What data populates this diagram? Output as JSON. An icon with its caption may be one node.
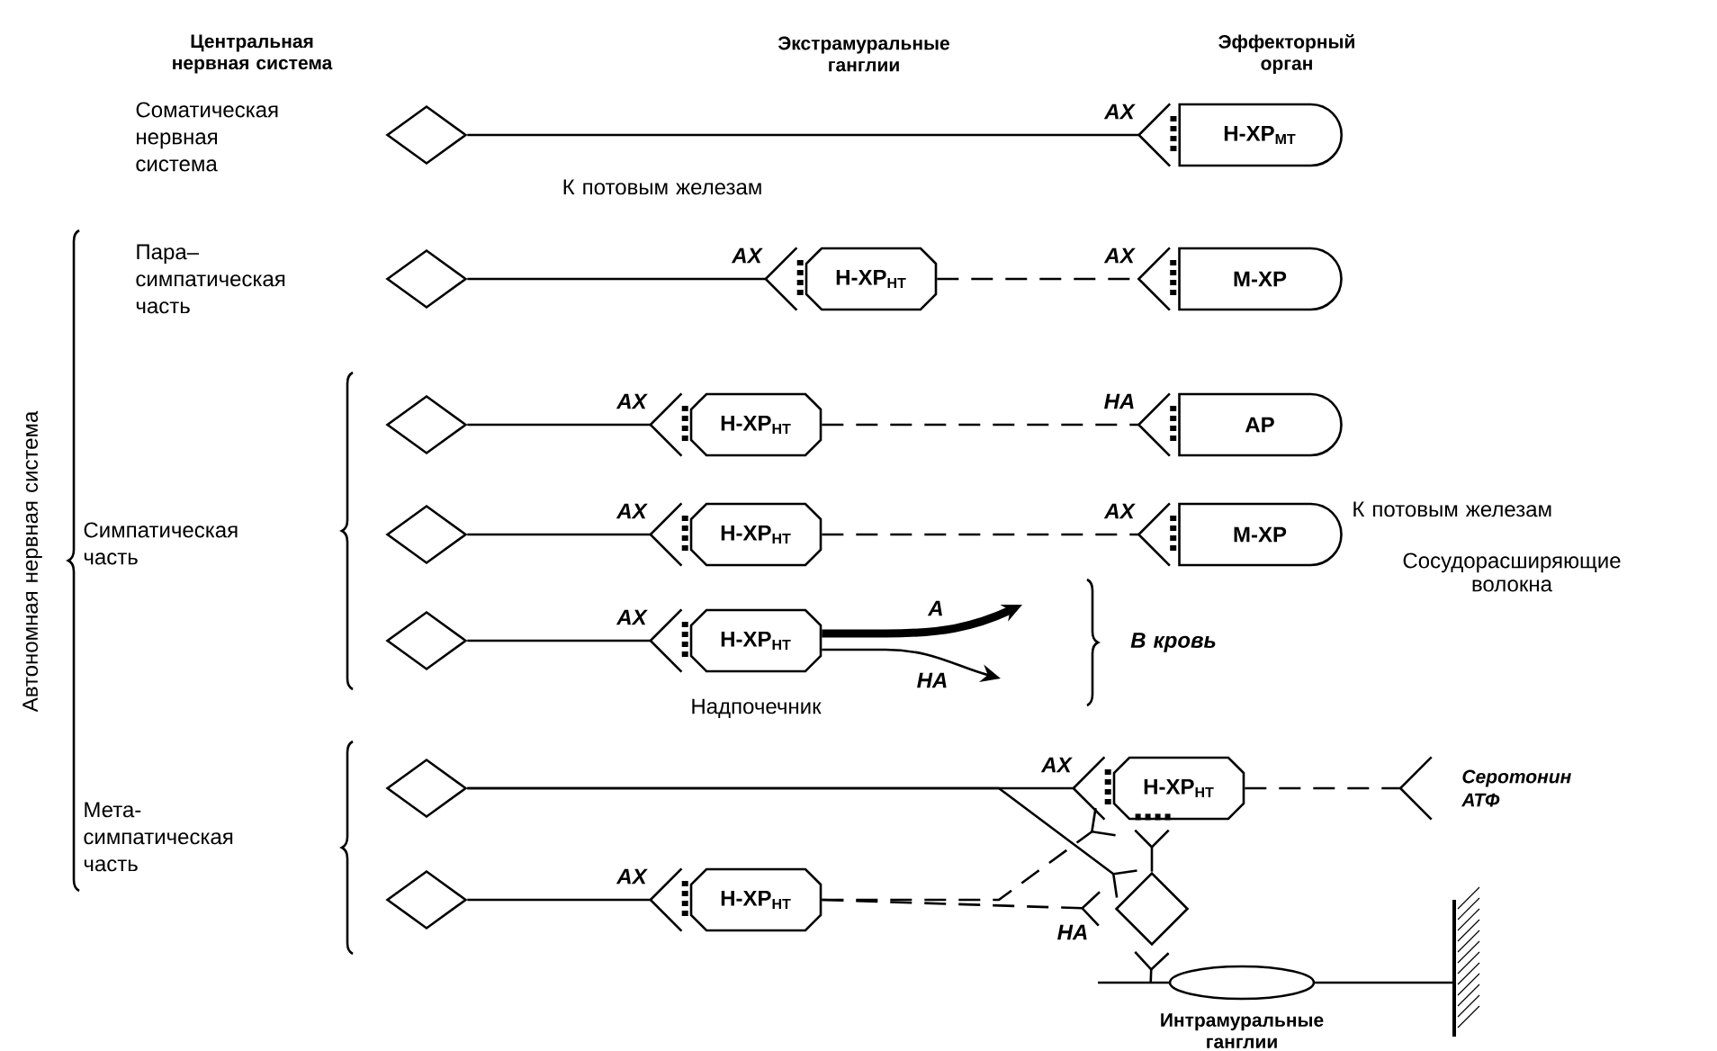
{
  "diagram": {
    "nodes": [
      {
        "text": [],
        "shape": "diamond"
      },
      {
        "text": [
          "Н-ХР$_{МТ}$"
        ]
      },
      {
        "text": [],
        "shape": "diamond"
      },
      {
        "text": [
          "Н-ХР$_{НТ}$"
        ]
      },
      {
        "text": [
          "М-ХР"
        ]
      },
      {
        "text": [],
        "shape": "diamond"
      },
      {
        "text": [
          "Н-ХР$_{НТ}$"
        ]
      },
      {
        "text": [
          "АР"
        ]
      },
      {
        "text": [],
        "shape": "diamond"
      },
      {
        "text": [
          "Н-ХР$_{НТ}$"
        ]
      },
      {
        "text": [
          "М-ХР"
        ]
      },
      {
        "text": [],
        "shape": "diamond"
      },
      {
        "text": [
          "Н-ХР$_{НТ}$"
        ],
        "beside": [
          "Надпочечник"
        ]
      },
      {
        "text": [],
        "shape": "diamond"
      },
      {
        "text": [
          "Н-ХР$_{НТ}$"
        ]
      },
      {
        "text": [
          "Серотонин АТФ"
        ]
      },
      {
        "text": [],
        "shape": "diamond"
      },
      {
        "text": [
          "Н-ХР$_{НТ}$"
        ]
      },
      {
        "text": [],
        "shape": "diamond"
      },
      {
        "text": [
          "Интрамуральные ганглии"
        ]
      }
    ],
    "edges": [
      {
        "from": 0,
        "to": 1,
        "arrow": "other",
        "label": "АХ"
      },
      {
        "from": 2,
        "to": 3,
        "arrow": "other",
        "label": "АХ"
      },
      {
        "from": 3,
        "to": 4,
        "arrow": "other",
        "label": "АХ",
        "style": "dashed"
      },
      {
        "from": 5,
        "to": 6,
        "arrow": "other",
        "label": "АХ"
      },
      {
        "from": 6,
        "to": 7,
        "arrow": "other",
        "label": "НА",
        "style": "dashed"
      },
      {
        "from": 8,
        "to": 9,
        "arrow": "other",
        "label": "АХ"
      },
      {
        "from": 9,
        "to": 10,
        "arrow": "other",
        "label": "АХ",
        "style": "dashed"
      },
      {
        "from": 11,
        "to": 12,
        "arrow": "other",
        "label": "АХ"
      },
      {
        "from": 12,
        "to": null,
        "arrow": "to",
        "label": "А",
        "style": "thick"
      },
      {
        "from": 12,
        "to": null,
        "arrow": "to",
        "label": "НА"
      },
      {
        "from": 13,
        "to": 14,
        "arrow": "other",
        "label": "АХ"
      },
      {
        "from": 14,
        "to": 15,
        "arrow": "other",
        "style": "dashed"
      },
      {
        "from": 16,
        "to": 17,
        "arrow": "other",
        "label": "АХ"
      },
      {
        "from": 17,
        "to": 18,
        "arrow": "other",
        "label": "НА",
        "style": "dashed"
      },
      {
        "from": 13,
        "to": 18,
        "arrow": "other"
      },
      {
        "from": 17,
        "to": 14,
        "arrow": "other",
        "style": "dashed"
      },
      {
        "from": 18,
        "to": 14,
        "arrow": "other"
      },
      {
        "from": 19,
        "to": 18,
        "arrow": "other"
      }
    ],
    "labels": [
      "Центральная нервная система",
      "Экстрамуральные ганглии",
      "Эффекторный орган",
      "Соматическая нервная система",
      "К потовым железам",
      "Пара– симпатическая часть",
      "Автономная нервная система",
      "Симпатическая часть",
      "К потовым железам",
      "Сосудорасширяющие волокна",
      "В кровь",
      "Мета- симпатическая часть"
    ]
  }
}
